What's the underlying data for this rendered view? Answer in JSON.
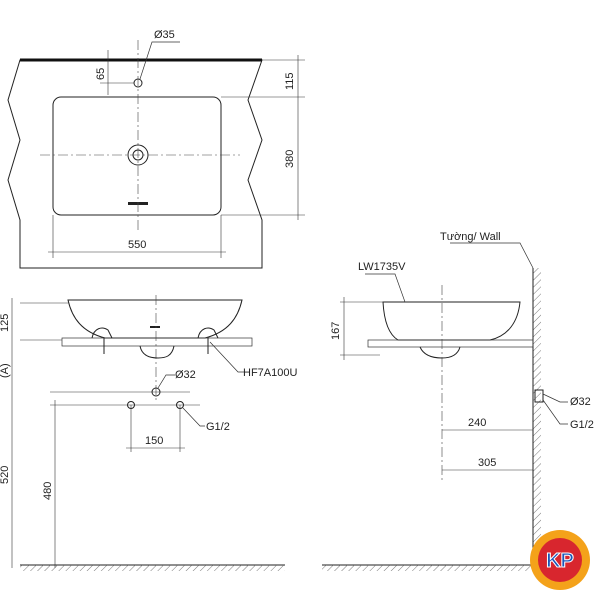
{
  "top_view": {
    "dim_faucet_hole": "Ø35",
    "dim_hole_offset": "65",
    "dim_back_depth": "115",
    "dim_bowl_depth": "380",
    "dim_bowl_width": "550"
  },
  "front_view": {
    "dim_rim_height": "125",
    "label_a": "(A)",
    "label_drain_part": "HF7A100U",
    "dim_drain": "Ø32",
    "dim_supply_thread": "G1/2",
    "dim_supply_spacing": "150",
    "dim_520": "520",
    "dim_480": "480"
  },
  "side_view": {
    "label_wall": "Tường/ Wall",
    "label_model": "LW1735V",
    "dim_height": "167",
    "dim_drain": "Ø32",
    "dim_supply_thread": "G1/2",
    "dim_240": "240",
    "dim_305": "305"
  },
  "logo": {
    "text": "KP",
    "colors": {
      "ring": "#f4a21a",
      "inner": "#d8262e",
      "letters": "#1a56b8"
    }
  }
}
